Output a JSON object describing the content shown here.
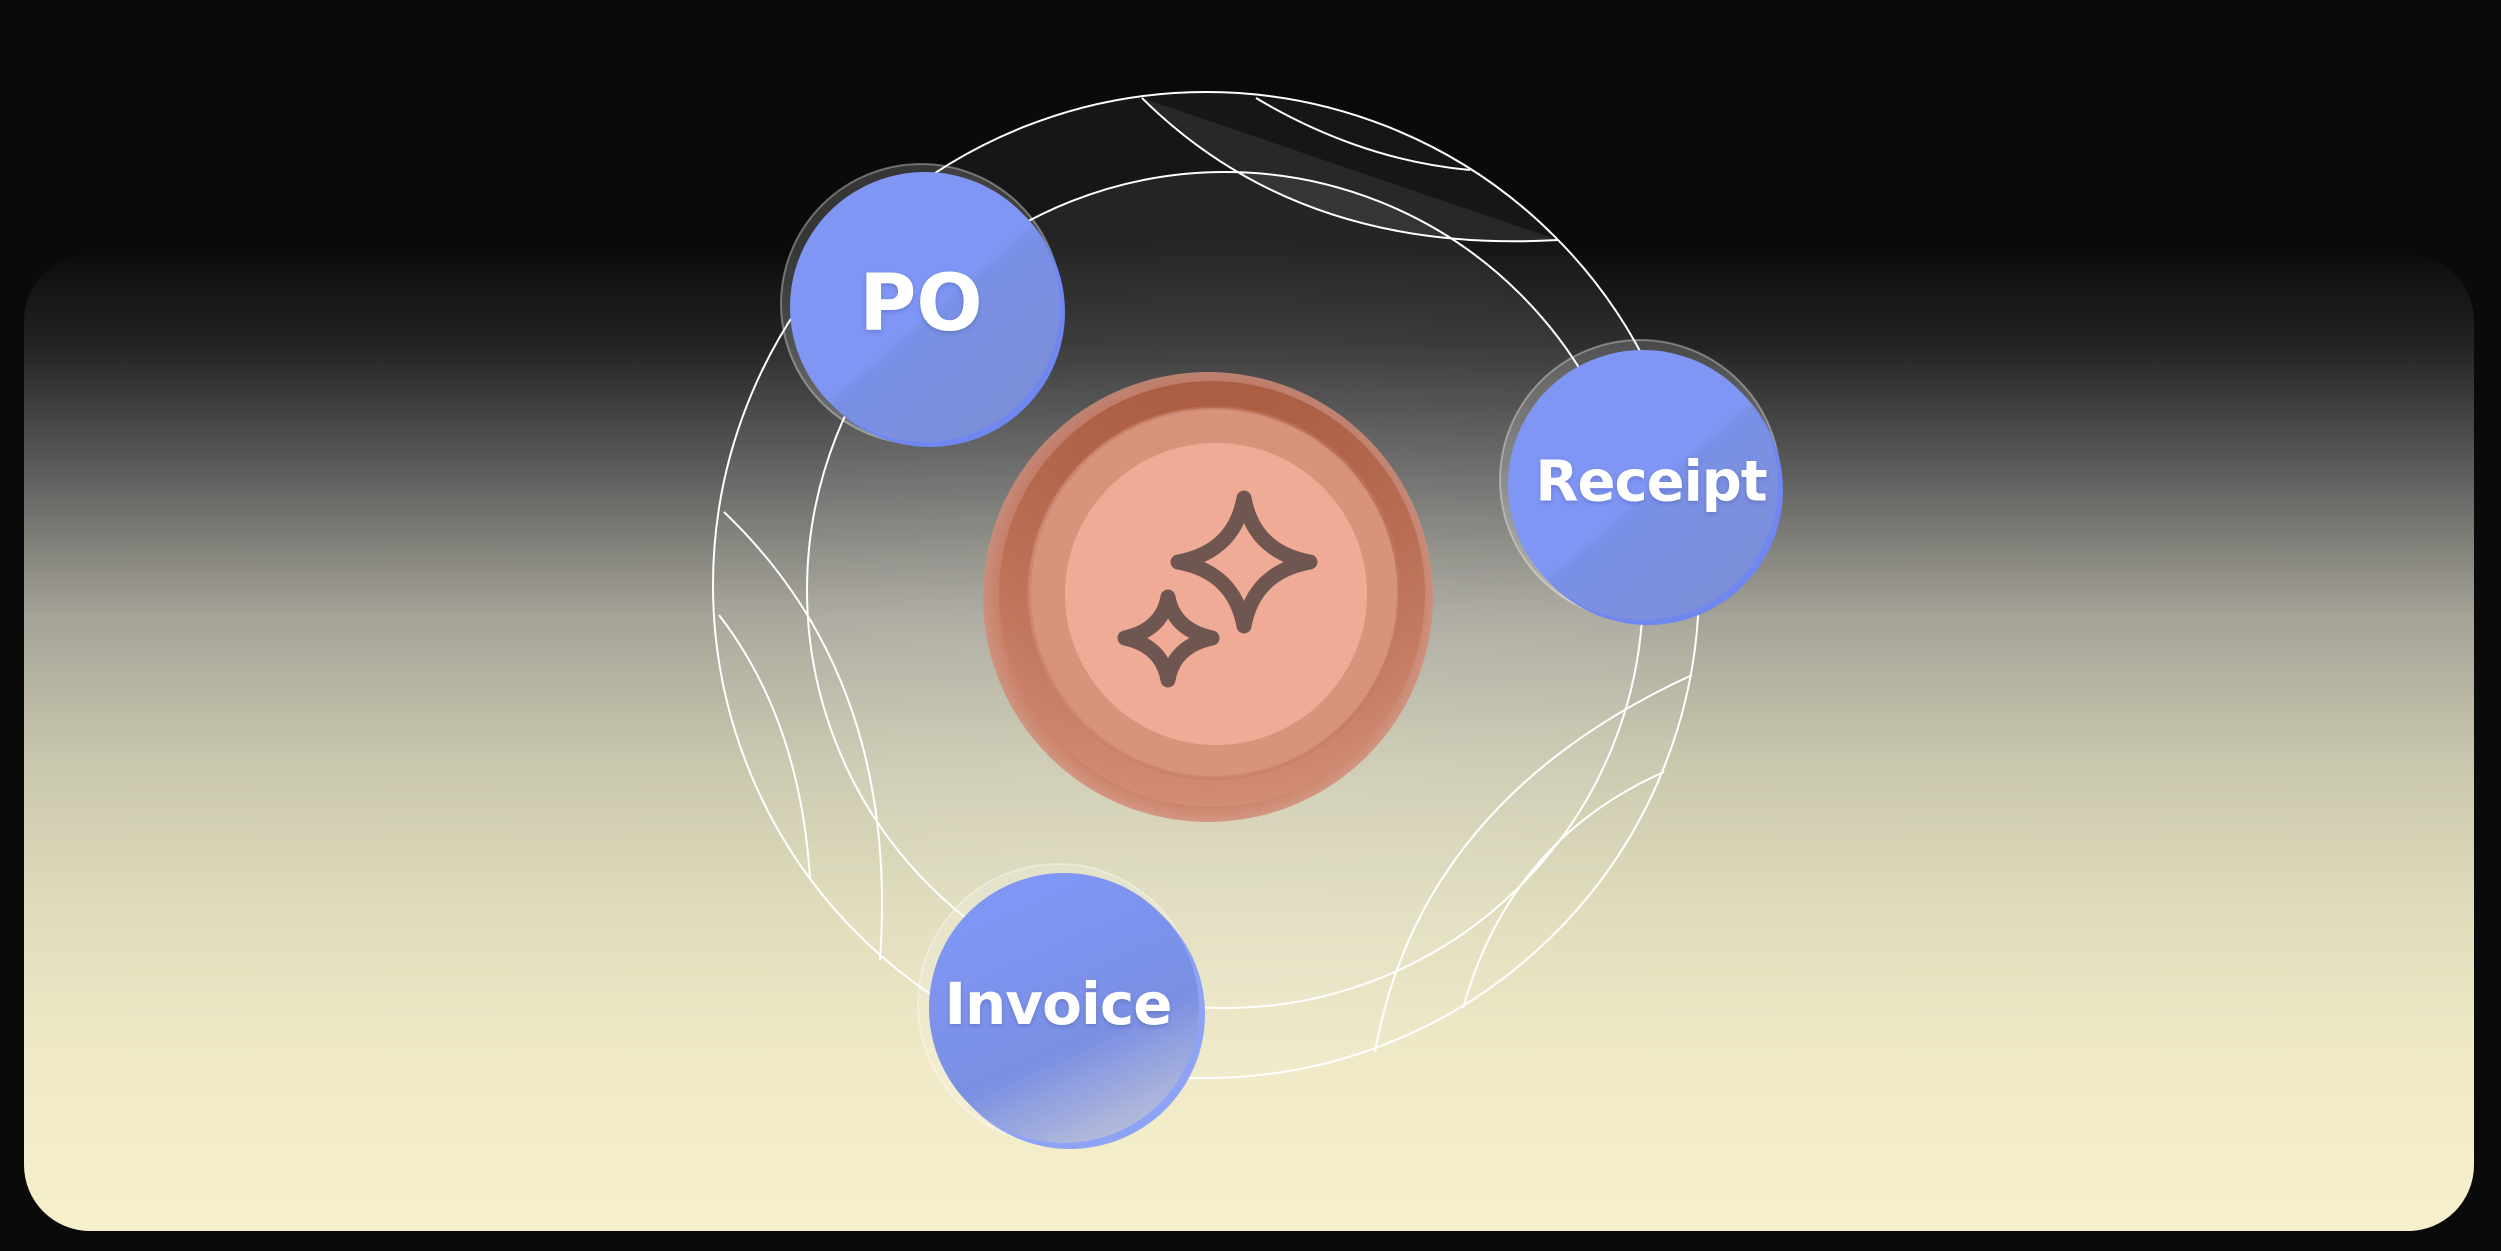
{
  "diagram": {
    "center": {
      "icon": "sparkles-icon"
    },
    "nodes": [
      {
        "id": "po",
        "label": "PO"
      },
      {
        "id": "receipt",
        "label": "Receipt"
      },
      {
        "id": "invoice",
        "label": "Invoice"
      }
    ]
  },
  "colors": {
    "background": "#0a0a0a",
    "node_blue": "#7f96f5",
    "node_blue_dark": "#6e86e8",
    "center_coral": "#efab95",
    "center_ring": "#c26a4c",
    "icon_stroke": "#6f5650",
    "orbit_stroke": "#ffffff"
  }
}
